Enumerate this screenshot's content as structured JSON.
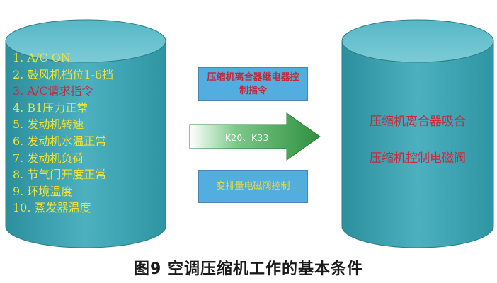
{
  "inputs": [
    {
      "text": "1. A/C  ON",
      "color": "yellow"
    },
    {
      "text": "2. 鼓风机档位1-6挡",
      "color": "yellow"
    },
    {
      "text": "3. A/C请求指令",
      "color": "red"
    },
    {
      "text": "4. B1压力正常",
      "color": "yellow"
    },
    {
      "text": "5. 发动机转速",
      "color": "yellow"
    },
    {
      "text": "6. 发动机水温正常",
      "color": "yellow"
    },
    {
      "text": "7. 发动机负荷",
      "color": "yellow"
    },
    {
      "text": "8. 节气门开度正常",
      "color": "yellow"
    },
    {
      "text": "9. 环境温度",
      "color": "yellow"
    },
    {
      "text": "10. 蒸发器温度",
      "color": "yellow"
    }
  ],
  "signals": {
    "clutch_relay": "压缩机离合器继电器控制指令",
    "arrow_label": "K20、K33",
    "valve_control": "变排量电磁阀控制"
  },
  "outputs": {
    "clutch_engage": "压缩机离合器吸合",
    "valve": "压缩机控制电磁阀"
  },
  "caption": "图9 空调压缩机工作的基本条件",
  "colors": {
    "cylinder": "#3ea3b2",
    "box": "#52aede",
    "arrow": "#2f8f3e",
    "text_yellow": "#f2e233",
    "text_red": "#c8283a"
  }
}
